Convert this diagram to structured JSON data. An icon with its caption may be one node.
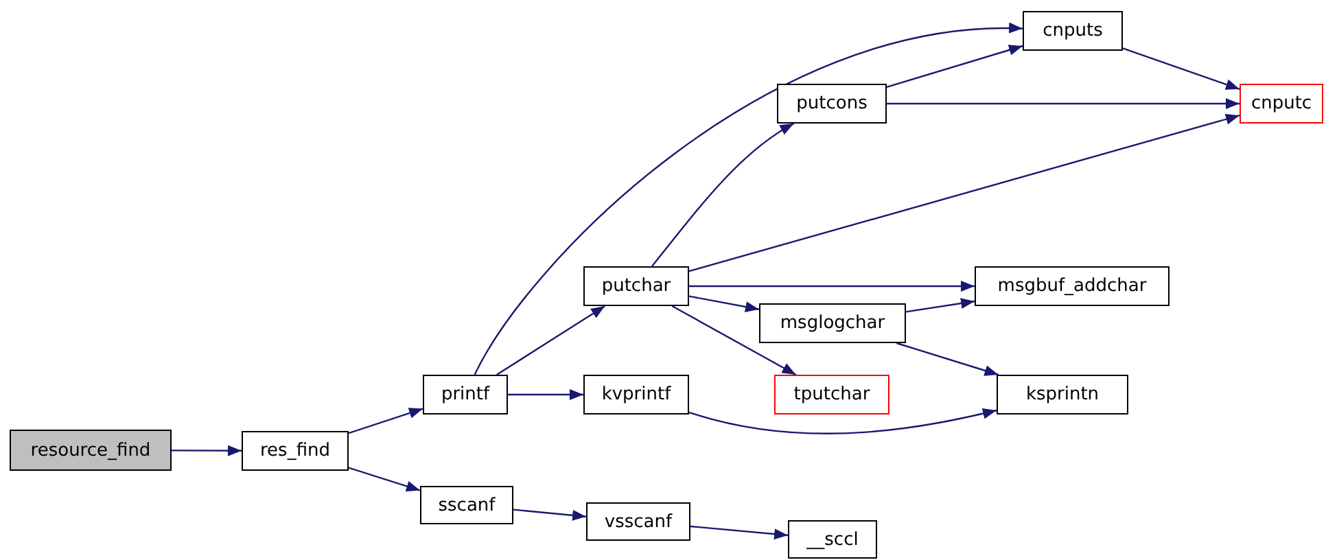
{
  "diagram": {
    "nodes": [
      {
        "text": [
          "resource_find"
        ]
      },
      {
        "text": [
          "res_find"
        ]
      },
      {
        "text": [
          "printf"
        ]
      },
      {
        "text": [
          "sscanf"
        ]
      },
      {
        "text": [
          "kvprintf"
        ]
      },
      {
        "text": [
          "putchar"
        ]
      },
      {
        "text": [
          "vsscanf"
        ]
      },
      {
        "text": [
          "putcons"
        ]
      },
      {
        "text": [
          "cnputs"
        ]
      },
      {
        "text": [
          "cnputc"
        ]
      },
      {
        "text": [
          "msglogchar"
        ]
      },
      {
        "text": [
          "msgbuf_addchar"
        ]
      },
      {
        "text": [
          "tputchar"
        ]
      },
      {
        "text": [
          "ksprintn"
        ]
      },
      {
        "text": [
          "__sccl"
        ]
      }
    ],
    "edges": [
      {
        "from": 0,
        "to": 1,
        "arrow": "to"
      },
      {
        "from": 1,
        "to": 2,
        "arrow": "to"
      },
      {
        "from": 1,
        "to": 3,
        "arrow": "to"
      },
      {
        "from": 2,
        "to": 8,
        "arrow": "to"
      },
      {
        "from": 2,
        "to": 5,
        "arrow": "to"
      },
      {
        "from": 2,
        "to": 4,
        "arrow": "to"
      },
      {
        "from": 5,
        "to": 7,
        "arrow": "to"
      },
      {
        "from": 5,
        "to": 9,
        "arrow": "to"
      },
      {
        "from": 5,
        "to": 11,
        "arrow": "to"
      },
      {
        "from": 5,
        "to": 10,
        "arrow": "to"
      },
      {
        "from": 5,
        "to": 12,
        "arrow": "to"
      },
      {
        "from": 7,
        "to": 8,
        "arrow": "to"
      },
      {
        "from": 7,
        "to": 9,
        "arrow": "to"
      },
      {
        "from": 8,
        "to": 9,
        "arrow": "to"
      },
      {
        "from": 10,
        "to": 11,
        "arrow": "to"
      },
      {
        "from": 10,
        "to": 13,
        "arrow": "to"
      },
      {
        "from": 4,
        "to": 13,
        "arrow": "to"
      },
      {
        "from": 3,
        "to": 6,
        "arrow": "to"
      },
      {
        "from": 6,
        "to": 14,
        "arrow": "to"
      }
    ]
  }
}
